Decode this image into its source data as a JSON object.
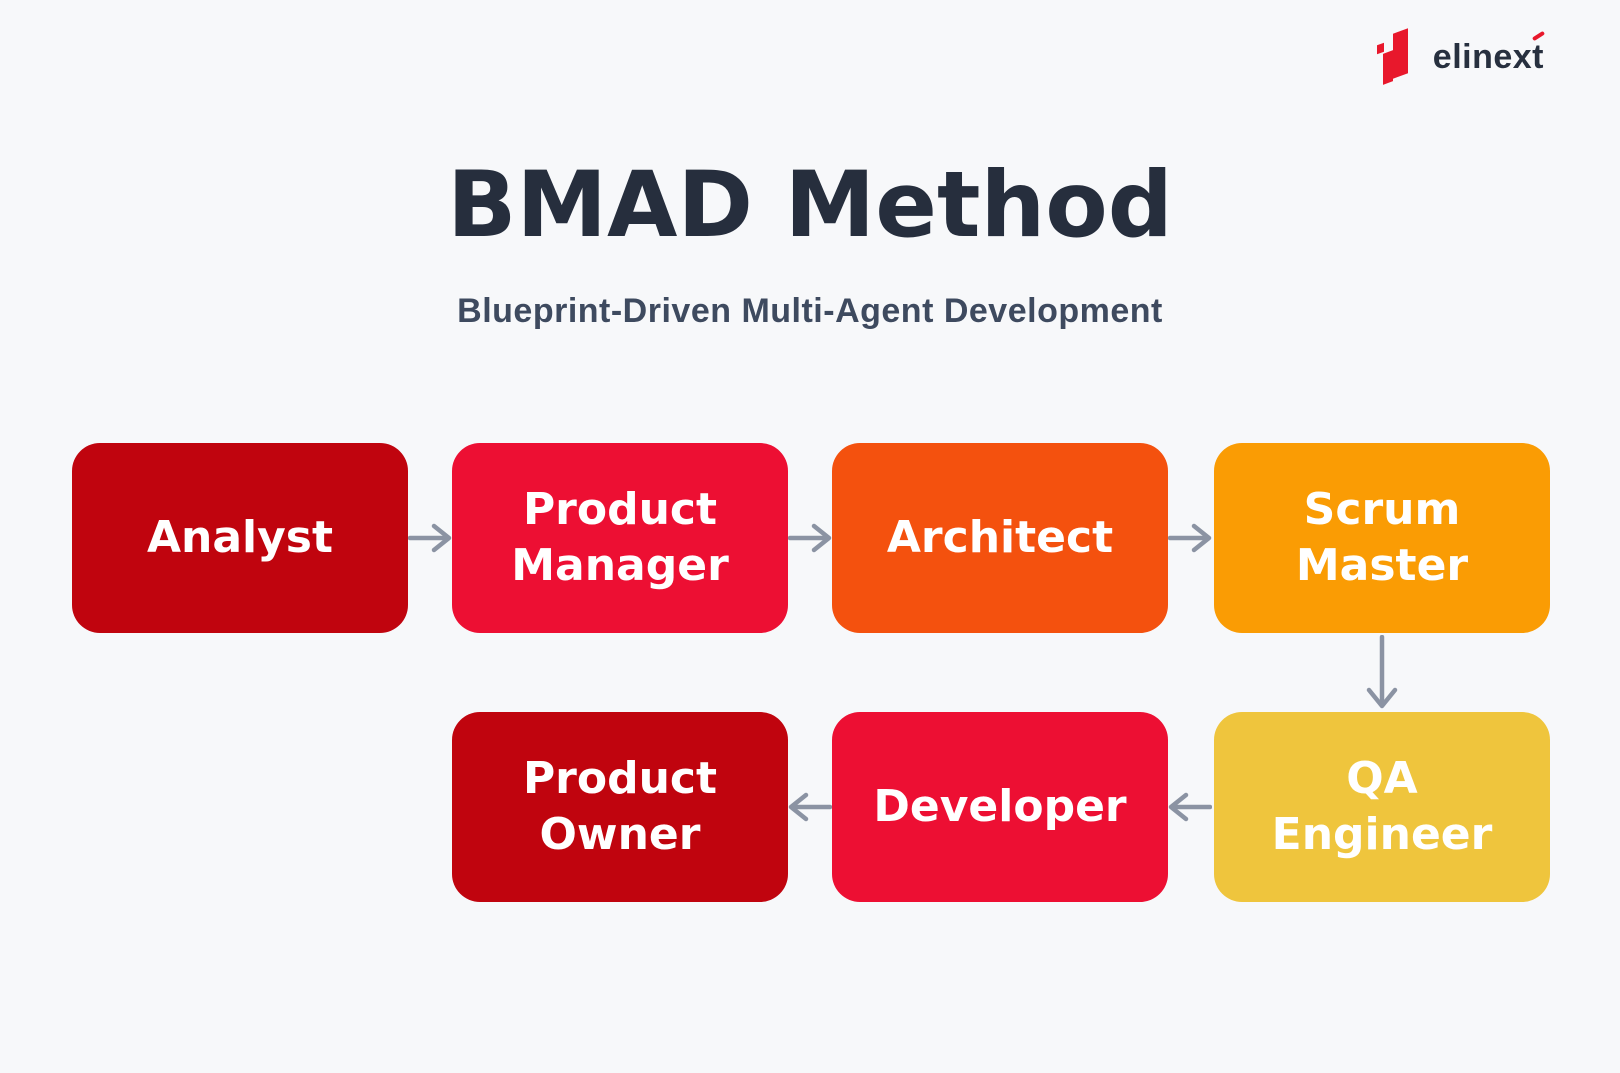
{
  "page": {
    "background": "#f7f8fa"
  },
  "logo": {
    "brand": "elinext",
    "icon": "elinext-n-mark",
    "text_color": "#27303f",
    "accent_color": "#e8182c"
  },
  "title": "BMAD Method",
  "subtitle": "Blueprint-Driven Multi-Agent Development",
  "colors": {
    "title": "#262e3d",
    "subtitle": "#3e4a5f",
    "arrow": "#8b93a3"
  },
  "diagram": {
    "nodes": [
      {
        "id": "analyst",
        "label": "Analyst",
        "color": "#c0040e",
        "row": 0,
        "col": 0
      },
      {
        "id": "product-manager",
        "label": "Product\nManager",
        "color": "#ed0f33",
        "row": 0,
        "col": 1
      },
      {
        "id": "architect",
        "label": "Architect",
        "color": "#f4510e",
        "row": 0,
        "col": 2
      },
      {
        "id": "scrum-master",
        "label": "Scrum\nMaster",
        "color": "#fa9c04",
        "row": 0,
        "col": 3
      },
      {
        "id": "qa-engineer",
        "label": "QA\nEngineer",
        "color": "#efc53d",
        "row": 1,
        "col": 3
      },
      {
        "id": "developer",
        "label": "Developer",
        "color": "#ed0f33",
        "row": 1,
        "col": 2
      },
      {
        "id": "product-owner",
        "label": "Product\nOwner",
        "color": "#c0040e",
        "row": 1,
        "col": 1
      }
    ],
    "arrows": [
      {
        "from": "analyst",
        "to": "product-manager",
        "direction": "right"
      },
      {
        "from": "product-manager",
        "to": "architect",
        "direction": "right"
      },
      {
        "from": "architect",
        "to": "scrum-master",
        "direction": "right"
      },
      {
        "from": "scrum-master",
        "to": "qa-engineer",
        "direction": "down"
      },
      {
        "from": "qa-engineer",
        "to": "developer",
        "direction": "left"
      },
      {
        "from": "developer",
        "to": "product-owner",
        "direction": "left"
      }
    ]
  }
}
